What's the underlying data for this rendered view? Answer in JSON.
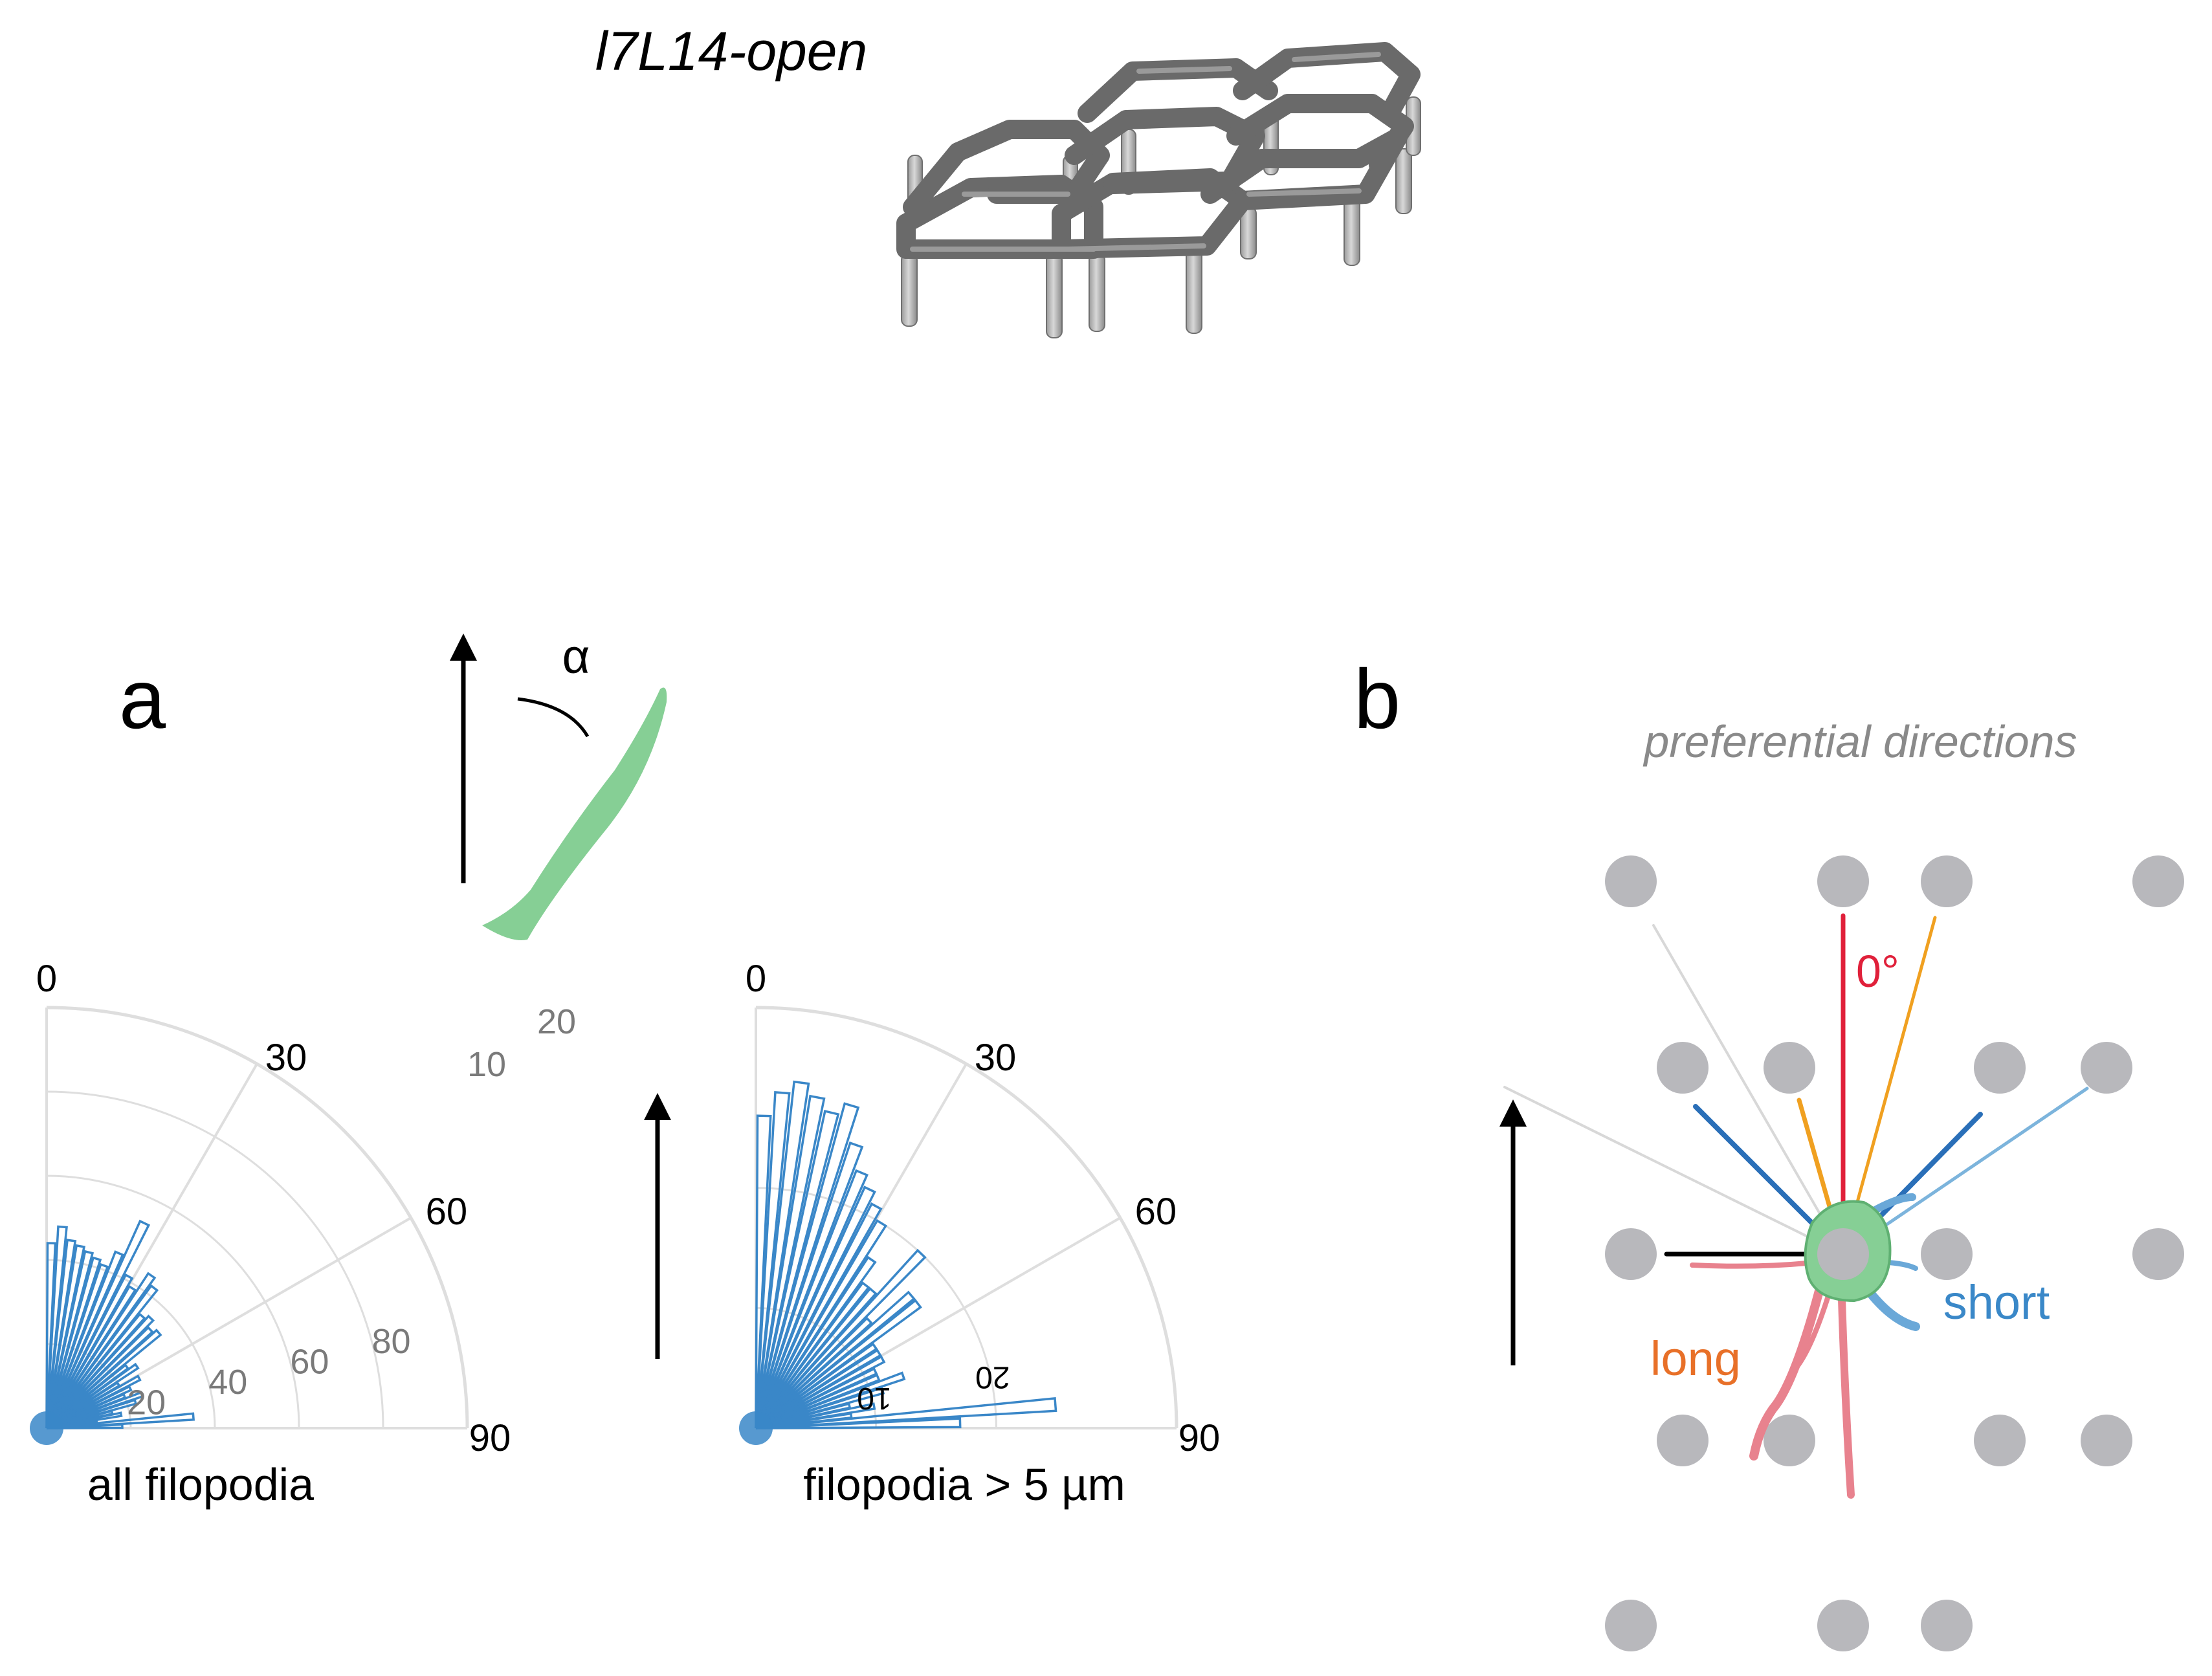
{
  "header": {
    "structure_title": "l7L14-open"
  },
  "panel_a": {
    "letter": "a",
    "alpha_symbol": "α",
    "plot_left": {
      "caption": "all filopodia",
      "angle_ticks": [
        "0",
        "30",
        "60",
        "90"
      ],
      "radial_ticks": [
        "20",
        "40",
        "60",
        "80"
      ],
      "extra_ticks": [
        "10",
        "20"
      ]
    },
    "plot_right": {
      "caption": "filopodia > 5 µm",
      "angle_ticks": [
        "0",
        "30",
        "60",
        "90"
      ],
      "radial_ticks_flipped": [
        "10",
        "20"
      ]
    }
  },
  "panel_b": {
    "letter": "b",
    "title": "preferential directions",
    "label_zero": "0°",
    "label_short": "short",
    "label_long": "long"
  },
  "colors": {
    "bar_outline": "#3a87c8",
    "filopodium": "#86cf95",
    "zero_line": "#e0203a",
    "orange_line": "#f0a020",
    "blue_line": "#2a6fb8",
    "light_blue_line": "#7cb4dc",
    "long_pink": "#e8828e",
    "short_blue": "#6aa8d8",
    "long_text": "#e87028",
    "short_text": "#3a88c8",
    "pillar_dot": "#b8b8bc",
    "grid": "#dedede"
  },
  "chart_data": [
    {
      "type": "polar-histogram",
      "caption": "all filopodia",
      "angle_range_deg": [
        0,
        90
      ],
      "bin_width_deg": 3,
      "angles_deg": [
        1.5,
        4.5,
        7.5,
        10.5,
        13.5,
        16.5,
        19.5,
        22.5,
        25.5,
        28.5,
        31.5,
        34.5,
        37.5,
        40.5,
        43.5,
        46.5,
        49.5,
        52.5,
        55.5,
        58.5,
        61.5,
        64.5,
        67.5,
        70.5,
        73.5,
        76.5,
        79.5,
        82.5,
        85.5,
        88.5
      ],
      "values": [
        44,
        48,
        45,
        44,
        43,
        42,
        41,
        45,
        54,
        41,
        39,
        44,
        42,
        35,
        36,
        34,
        35,
        24,
        26,
        20,
        25,
        22,
        20,
        24,
        22,
        16,
        18,
        12,
        35,
        18
      ],
      "radial_ticks": [
        20,
        40,
        60,
        80
      ]
    },
    {
      "type": "polar-histogram",
      "caption": "filopodia > 5 µm",
      "angle_range_deg": [
        0,
        90
      ],
      "bin_width_deg": 3,
      "angles_deg": [
        1.5,
        4.5,
        7.5,
        10.5,
        13.5,
        16.5,
        19.5,
        22.5,
        25.5,
        28.5,
        31.5,
        34.5,
        37.5,
        40.5,
        43.5,
        46.5,
        49.5,
        52.5,
        55.5,
        58.5,
        61.5,
        64.5,
        67.5,
        70.5,
        73.5,
        76.5,
        79.5,
        82.5,
        85.5,
        88.5
      ],
      "values": [
        26,
        28,
        29,
        28,
        27,
        28,
        25,
        23,
        22,
        21,
        20,
        17,
        15,
        15,
        20,
        13,
        17,
        17,
        12,
        12,
        12,
        11,
        11,
        13,
        11,
        8,
        10,
        8,
        25,
        17
      ],
      "radial_ticks": [
        10,
        20
      ]
    }
  ]
}
